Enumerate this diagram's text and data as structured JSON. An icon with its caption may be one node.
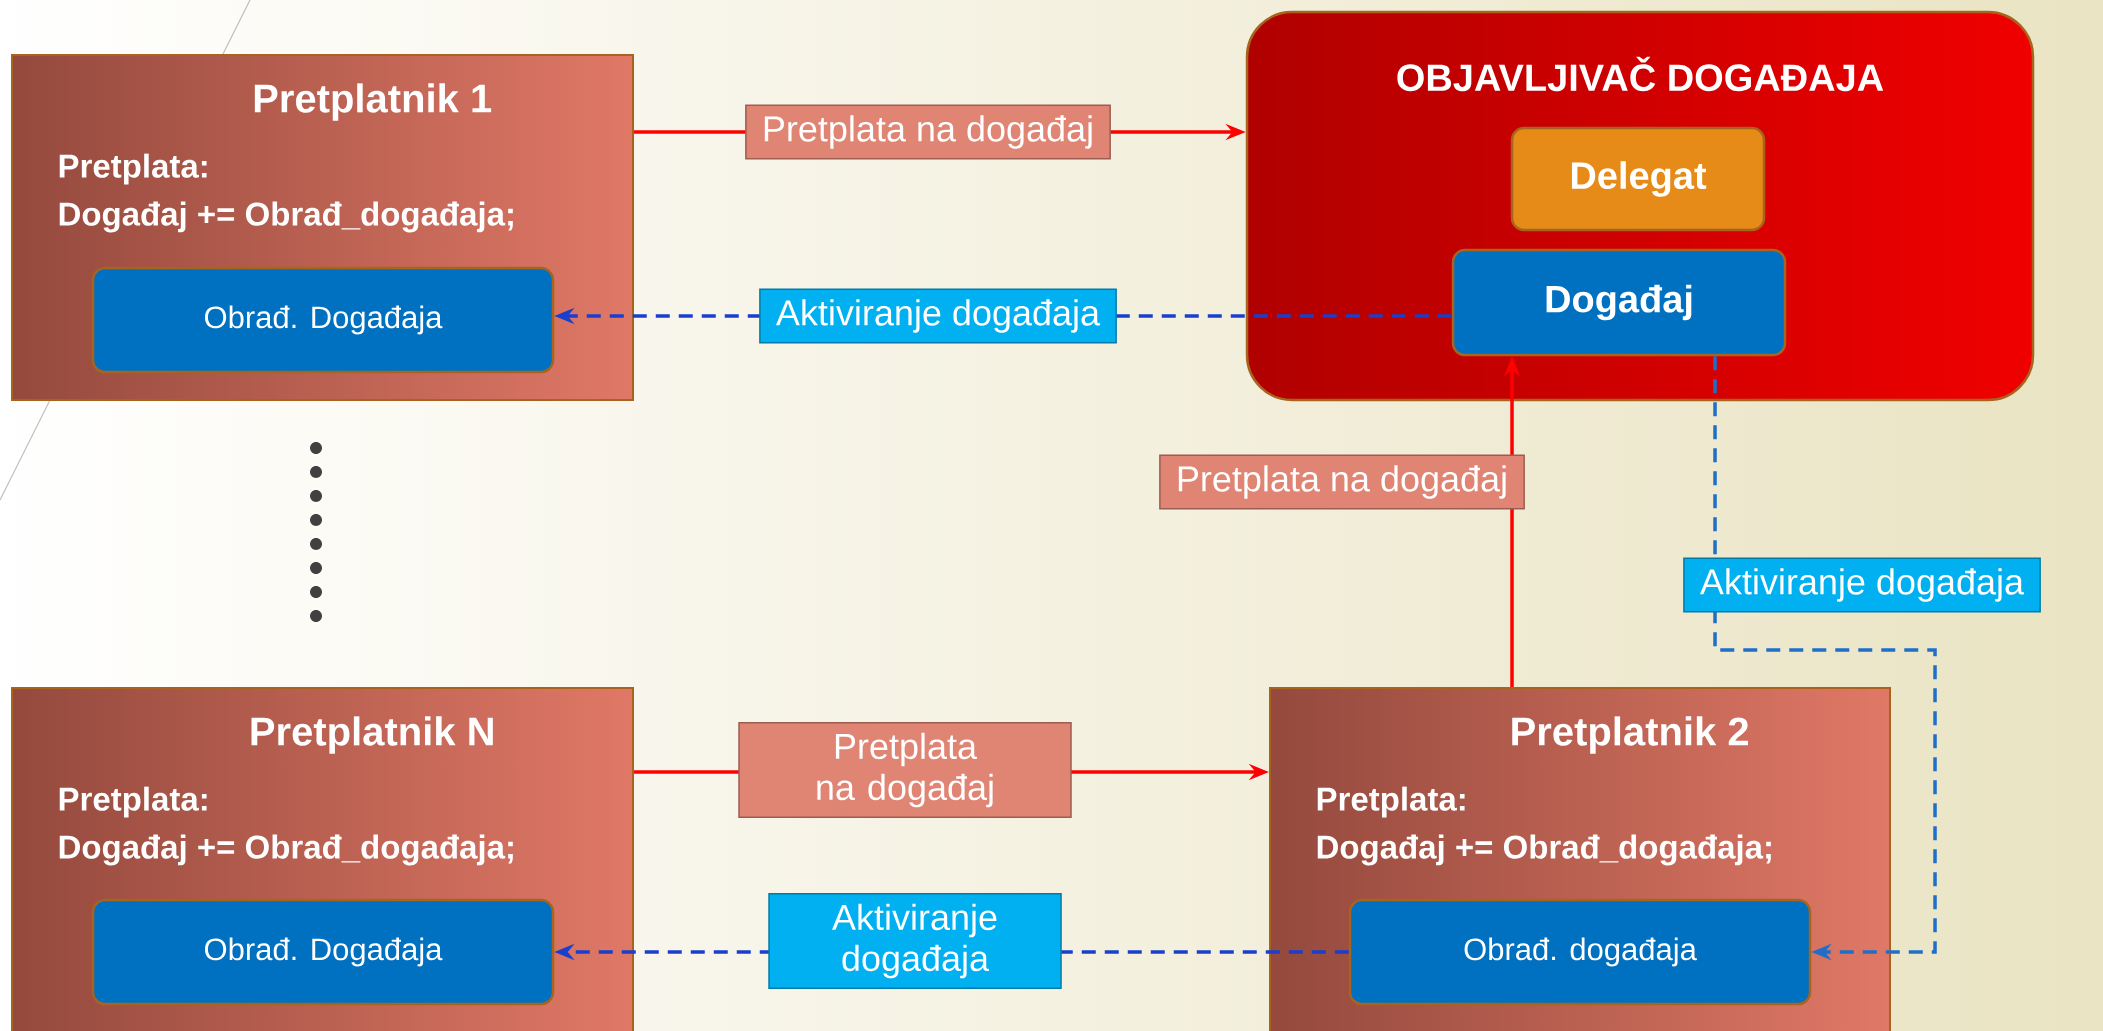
{
  "diagram": {
    "nodes": [
      {
        "text": [
          "Pretplatnik 1",
          "Pretplata:",
          "Događaj += Obrađ_događaja;"
        ]
      },
      {
        "text": [
          "Obrađ. Događaja"
        ],
        "in": 0
      },
      {
        "text": [
          "OBJAVLJIVAČ DOGAĐAJA"
        ]
      },
      {
        "text": [
          "Delegat"
        ],
        "in": 2
      },
      {
        "text": [
          "Događaj"
        ],
        "in": 2
      },
      {
        "text": [
          "Pretplatnik N",
          "Pretplata:",
          "Događaj += Obrađ_događaja;"
        ]
      },
      {
        "text": [
          "Obrađ. Događaja"
        ],
        "in": 5
      },
      {
        "text": [
          "Pretplatnik 2",
          "Pretplata:",
          "Događaj += Obrađ_događaja;"
        ]
      },
      {
        "text": [
          "Obrađ. događaja"
        ],
        "in": 7
      }
    ],
    "edges": [
      {
        "from": 0,
        "to": 2,
        "arrow": "to",
        "label": "Pretplata na događaj"
      },
      {
        "from": 4,
        "to": 1,
        "arrow": "to",
        "label": "Aktiviranje događaja",
        "style": "dashed",
        "color": "#1a3fcc"
      },
      {
        "from": 7,
        "to": 4,
        "arrow": "to",
        "label": "Pretplata na događaj"
      },
      {
        "from": 4,
        "to": 8,
        "arrow": "to",
        "label": "Aktiviranje događaja",
        "style": "dashed",
        "color": "#1f6fc9"
      },
      {
        "from": 5,
        "to": 7,
        "arrow": "to",
        "label": "Pretplata na događaj"
      },
      {
        "from": 8,
        "to": 6,
        "arrow": "to",
        "label": "Aktiviranje događaja",
        "style": "dashed",
        "color": "#1a3fcc"
      }
    ]
  }
}
